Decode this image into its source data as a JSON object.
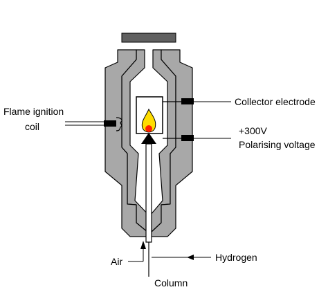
{
  "diagram": {
    "title": "",
    "labels": {
      "flame_ignition_coil_line1": "Flame ignition",
      "flame_ignition_coil_line2": "coil",
      "collector_electrode": "Collector electrode",
      "voltage_value": "+300V",
      "polarising_voltage": "Polarising voltage",
      "hydrogen": "Hydrogen",
      "air": "Air",
      "column": "Column"
    },
    "colors": {
      "body_fill": "#a8a8a8",
      "outline": "#000000",
      "lid_fill": "#606060",
      "electrode_fill": "#000000",
      "flame_outer": "#ffdd00",
      "flame_inner": "#ff2200",
      "background": "#ffffff"
    }
  }
}
